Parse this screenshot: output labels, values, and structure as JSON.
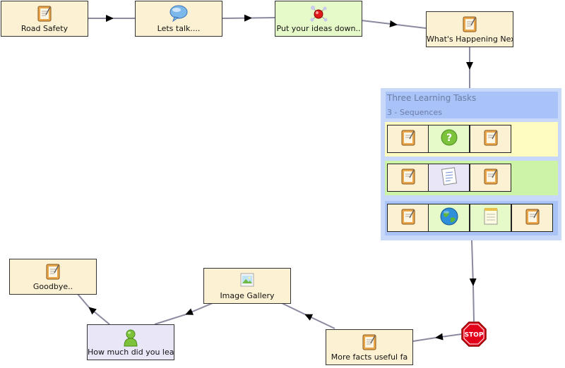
{
  "activities": {
    "road_safety": "Road Safety",
    "lets_talk": "Lets talk....",
    "put_ideas": "Put your ideas down..",
    "whats_happening": "What's Happening Nex",
    "more_facts": "More facts useful fa",
    "image_gallery": "Image Gallery",
    "how_much": "How much did you lea",
    "goodbye": "Goodbye.."
  },
  "sequence_group": {
    "title": "Three Learning Tasks",
    "subtitle": "3 - Sequences",
    "lane_colors": [
      "#fefcc1",
      "#ccf3a6",
      "#c8d8f8"
    ]
  },
  "stop_label": "STOP",
  "colors": {
    "activity_fill": "#fcf1d2",
    "chat_fill": "#fcf1d2",
    "mindmap_fill": "#e6f9c8",
    "survey_fill": "#e8e6f7",
    "connector": "#8a8aa0",
    "group_fill": "#c8d8f8",
    "stop_red": "#e3001b"
  }
}
